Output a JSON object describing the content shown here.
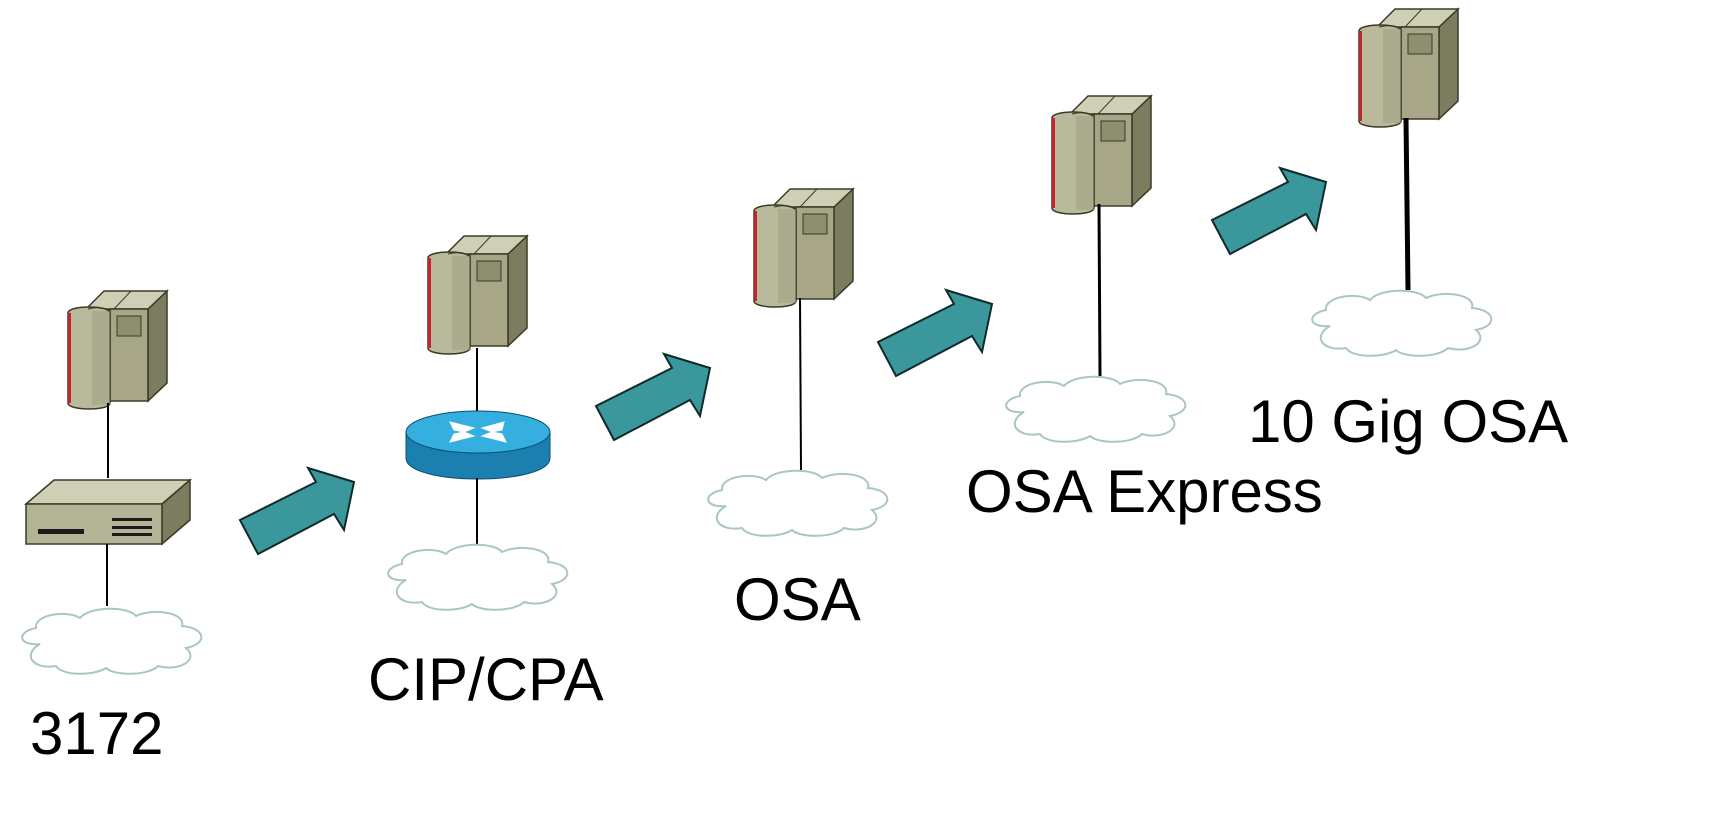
{
  "stages": [
    {
      "label": "3172"
    },
    {
      "label": "CIP/CPA"
    },
    {
      "label": "OSA"
    },
    {
      "label": "OSA Express"
    },
    {
      "label": "10 Gig OSA"
    }
  ],
  "colors": {
    "arrow_fill": "#3a979c",
    "router_blue": "#1f8fc4",
    "server_body": "#a9a98a",
    "server_accent": "#c4242b"
  }
}
